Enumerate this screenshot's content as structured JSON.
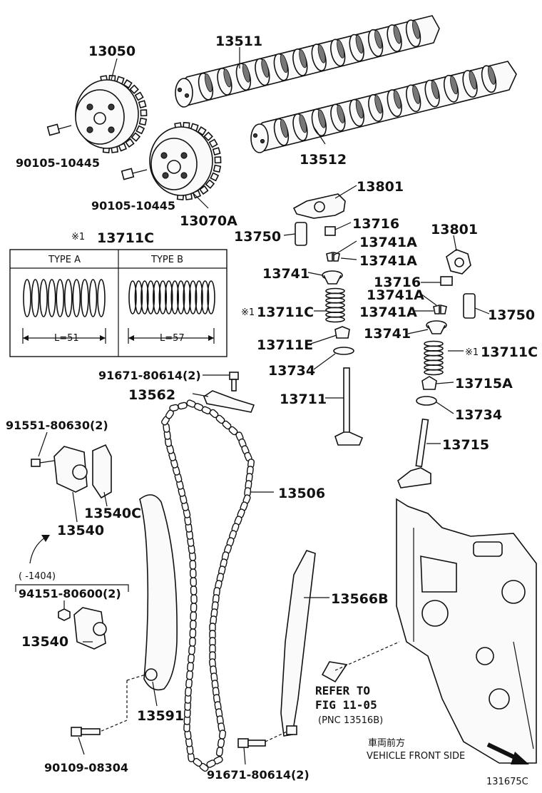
{
  "parts": {
    "p13050": "13050",
    "p13511": "13511",
    "p13512": "13512",
    "p90105_a": "90105-10445",
    "p90105_b": "90105-10445",
    "p13070A": "13070A",
    "p13801_a": "13801",
    "p13716_a": "13716",
    "p13750_a": "13750",
    "p13741A_a": "13741A",
    "p13741A_b": "13741A",
    "p13741_a": "13741",
    "p13711C_a": "13711C",
    "p13711E": "13711E",
    "p13734_a": "13734",
    "p13801_b": "13801",
    "p13716_b": "13716",
    "p13741A_c": "13741A",
    "p13741A_d": "13741A",
    "p13750_b": "13750",
    "p13741_b": "13741",
    "p13711C_b": "13711C",
    "p13715A": "13715A",
    "p13734_b": "13734",
    "p13715": "13715",
    "p13711": "13711",
    "p91671_a": "91671-80614(2)",
    "p13562": "13562",
    "p91551": "91551-80630(2)",
    "p13506": "13506",
    "p13540C": "13540C",
    "p13540_a": "13540",
    "p94151": "94151-80600(2)",
    "p13540_b": "13540",
    "p13566B": "13566B",
    "p13591": "13591",
    "p90109": "90109-08304",
    "p91671_b": "91671-80614(2)"
  },
  "spring_box": {
    "mark": "※1",
    "part": "13711C",
    "type_a": "TYPE A",
    "type_b": "TYPE B",
    "len_a": "L=51",
    "len_b": "L=57"
  },
  "marks": {
    "m1": "※1",
    "m2": "※1"
  },
  "date_note": "(     -1404)",
  "refer": {
    "line1": "REFER TO",
    "line2": "FIG 11-05",
    "line3": "(PNC 13516B)"
  },
  "front": {
    "jp": "車両前方",
    "en": "VEHICLE FRONT SIDE"
  },
  "figure_id": "131675C"
}
